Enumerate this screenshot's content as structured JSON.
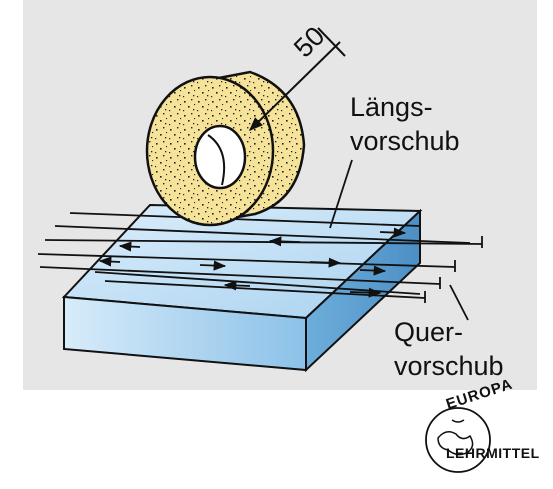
{
  "dimension": {
    "value": "50"
  },
  "labels": {
    "longitudinal_feed_line1": "Längs-",
    "longitudinal_feed_line2": "vorschub",
    "cross_feed_line1": "Quer-",
    "cross_feed_line2": "vorschub"
  },
  "logo": {
    "brand": "EUROPA",
    "subtitle": "LEHRMITTEL"
  },
  "colors": {
    "panel": "#e6e6e6",
    "wheel": "#f6e39a",
    "workpiece_top": "#b3d8f2",
    "workpiece_front": "#8cc1e8",
    "workpiece_side": "#5c9fd1"
  }
}
